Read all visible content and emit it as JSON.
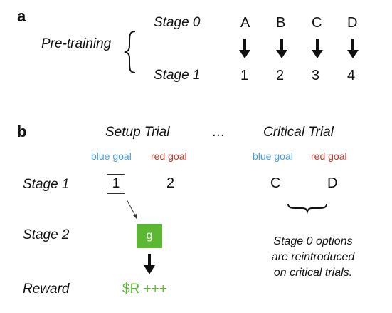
{
  "colors": {
    "blue_goal": "#4a9fe0",
    "red_goal": "#c0392b",
    "green": "#5cb833",
    "reward_green": "#5cb833",
    "arrow": "#111111"
  },
  "panel_a": {
    "label": "a",
    "pretraining": "Pre-training",
    "stage0_label": "Stage 0",
    "stage1_label": "Stage 1",
    "stage0_items": [
      "A",
      "B",
      "C",
      "D"
    ],
    "stage1_items": [
      "1",
      "2",
      "3",
      "4"
    ]
  },
  "panel_b": {
    "label": "b",
    "setup_trial": "Setup Trial",
    "ellipsis": "…",
    "critical_trial": "Critical Trial",
    "setup_blue_goal": "blue goal",
    "setup_red_goal": "red goal",
    "critical_blue_goal": "blue goal",
    "critical_red_goal": "red goal",
    "stage1_label": "Stage 1",
    "stage2_label": "Stage 2",
    "reward_label": "Reward",
    "setup_stage1_boxed": "1",
    "setup_stage1_other": "2",
    "setup_stage2": "g",
    "reward_text": "$R +++",
    "critical_left": "C",
    "critical_right": "D",
    "note_line1": "Stage 0 options",
    "note_line2": "are reintroduced",
    "note_line3": "on critical trials."
  }
}
